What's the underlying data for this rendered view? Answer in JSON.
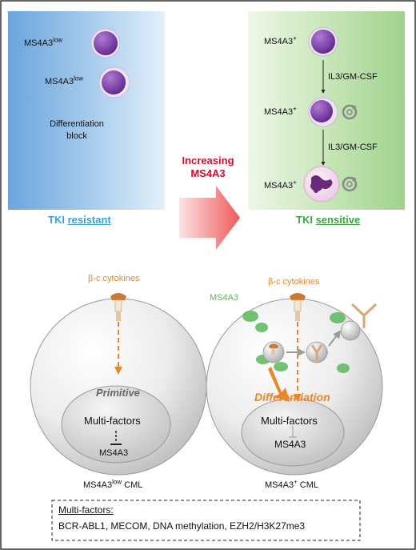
{
  "top_left": {
    "cell1_label": "MS4A3",
    "cell1_sup": "low",
    "cell2_label": "MS4A3",
    "cell2_sup": "low",
    "block_text_1": "Differentiation",
    "block_text_2": "block",
    "status_prefix": "TKI ",
    "status_word": "resistant"
  },
  "center_arrow": {
    "line1": "Increasing",
    "line2": "MS4A3"
  },
  "top_right": {
    "cell1_label": "MS4A3",
    "cell1_sup": "+",
    "step1": "IL3/GM-CSF",
    "cell2_label": "MS4A3",
    "cell2_sup": "+",
    "step2": "IL3/GM-CSF",
    "cell3_label": "MS4A3",
    "cell3_sup": "+",
    "status_prefix": "TKI ",
    "status_word": "sensitive"
  },
  "left_cell": {
    "cytokine_label": "β-c cytokines",
    "state_label": "Primitive",
    "nucleus_line1": "Multi-factors",
    "nucleus_line2": "MS4A3",
    "caption_prefix": "MS4A3",
    "caption_sup": "low",
    "caption_suffix": " CML"
  },
  "right_cell": {
    "cytokine_label": "β-c cytokines",
    "ms4a3_tag": "MS4A3",
    "state_label": "Differentiation",
    "nucleus_line1": "Multi-factors",
    "nucleus_line2": "MS4A3",
    "caption_prefix": "MS4A3",
    "caption_sup": "+",
    "caption_suffix": " CML"
  },
  "legend": {
    "title": "Multi-factors:",
    "body": "BCR-ABL1, MECOM, DNA methylation, EZH2/H3K27me3"
  },
  "colors": {
    "resistant_blue": "#3aa0d8",
    "sensitive_green": "#3aa640",
    "increase_red": "#c8102e",
    "cytokine_orange": "#e8862a",
    "ms4a3_green": "#5cb85c"
  }
}
